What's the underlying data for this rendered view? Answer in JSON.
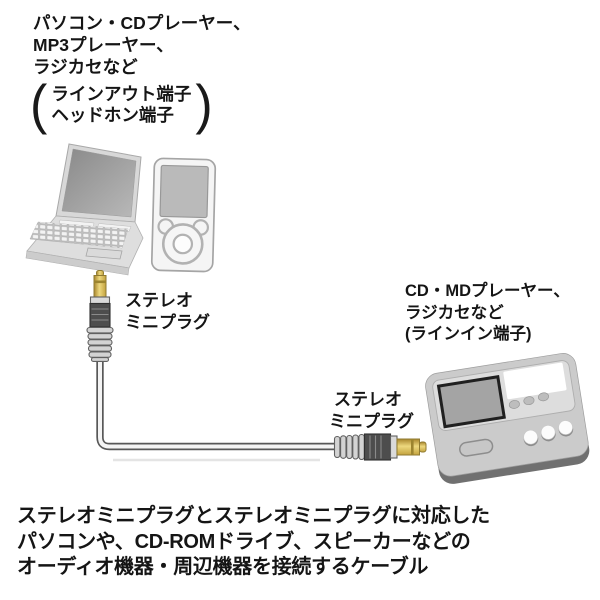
{
  "colors": {
    "background": "#ffffff",
    "text": "#151515",
    "plug_gold": "#e6cf72",
    "plug_gold_dark": "#8f7a30",
    "plug_barrel": "#4d4d4d",
    "plug_ribs": "#d3d3d3",
    "cable_outline": "#585858",
    "cable_fill": "#f4f4f4",
    "device_body": "#cbcbcb",
    "device_shadow": "#707070",
    "illustration_gray": "#d8d8d8"
  },
  "icons": {
    "laptop": "laptop-icon",
    "mp3_player": "mp3-player-icon",
    "stereo_plug_up": "stereo-mini-plug-up-icon",
    "stereo_plug_right": "stereo-mini-plug-right-icon",
    "audio_cable": "audio-cable-line",
    "cd_md_player": "cd-md-player-icon"
  },
  "diagram": {
    "source": {
      "title_lines": [
        "パソコン・CDプレーヤー、",
        "MP3プレーヤー、",
        "ラジカセなど"
      ],
      "jack_note": {
        "open": "(",
        "lines": [
          "ラインアウト端子",
          "ヘッドホン端子"
        ],
        "close": ")"
      }
    },
    "plug_top": {
      "label_lines": [
        "ステレオ",
        "ミニプラグ"
      ]
    },
    "plug_bottom": {
      "label_lines": [
        "ステレオ",
        "ミニプラグ"
      ]
    },
    "target": {
      "title_lines": [
        "CD・MDプレーヤー、",
        "ラジカセなど",
        "(ラインイン端子)"
      ]
    },
    "caption_lines": [
      "ステレオミニプラグとステレオミニプラグに対応した",
      "パソコンや、CD-ROMドライブ、スピーカーなどの",
      "オーディオ機器・周辺機器を接続するケーブル"
    ]
  }
}
